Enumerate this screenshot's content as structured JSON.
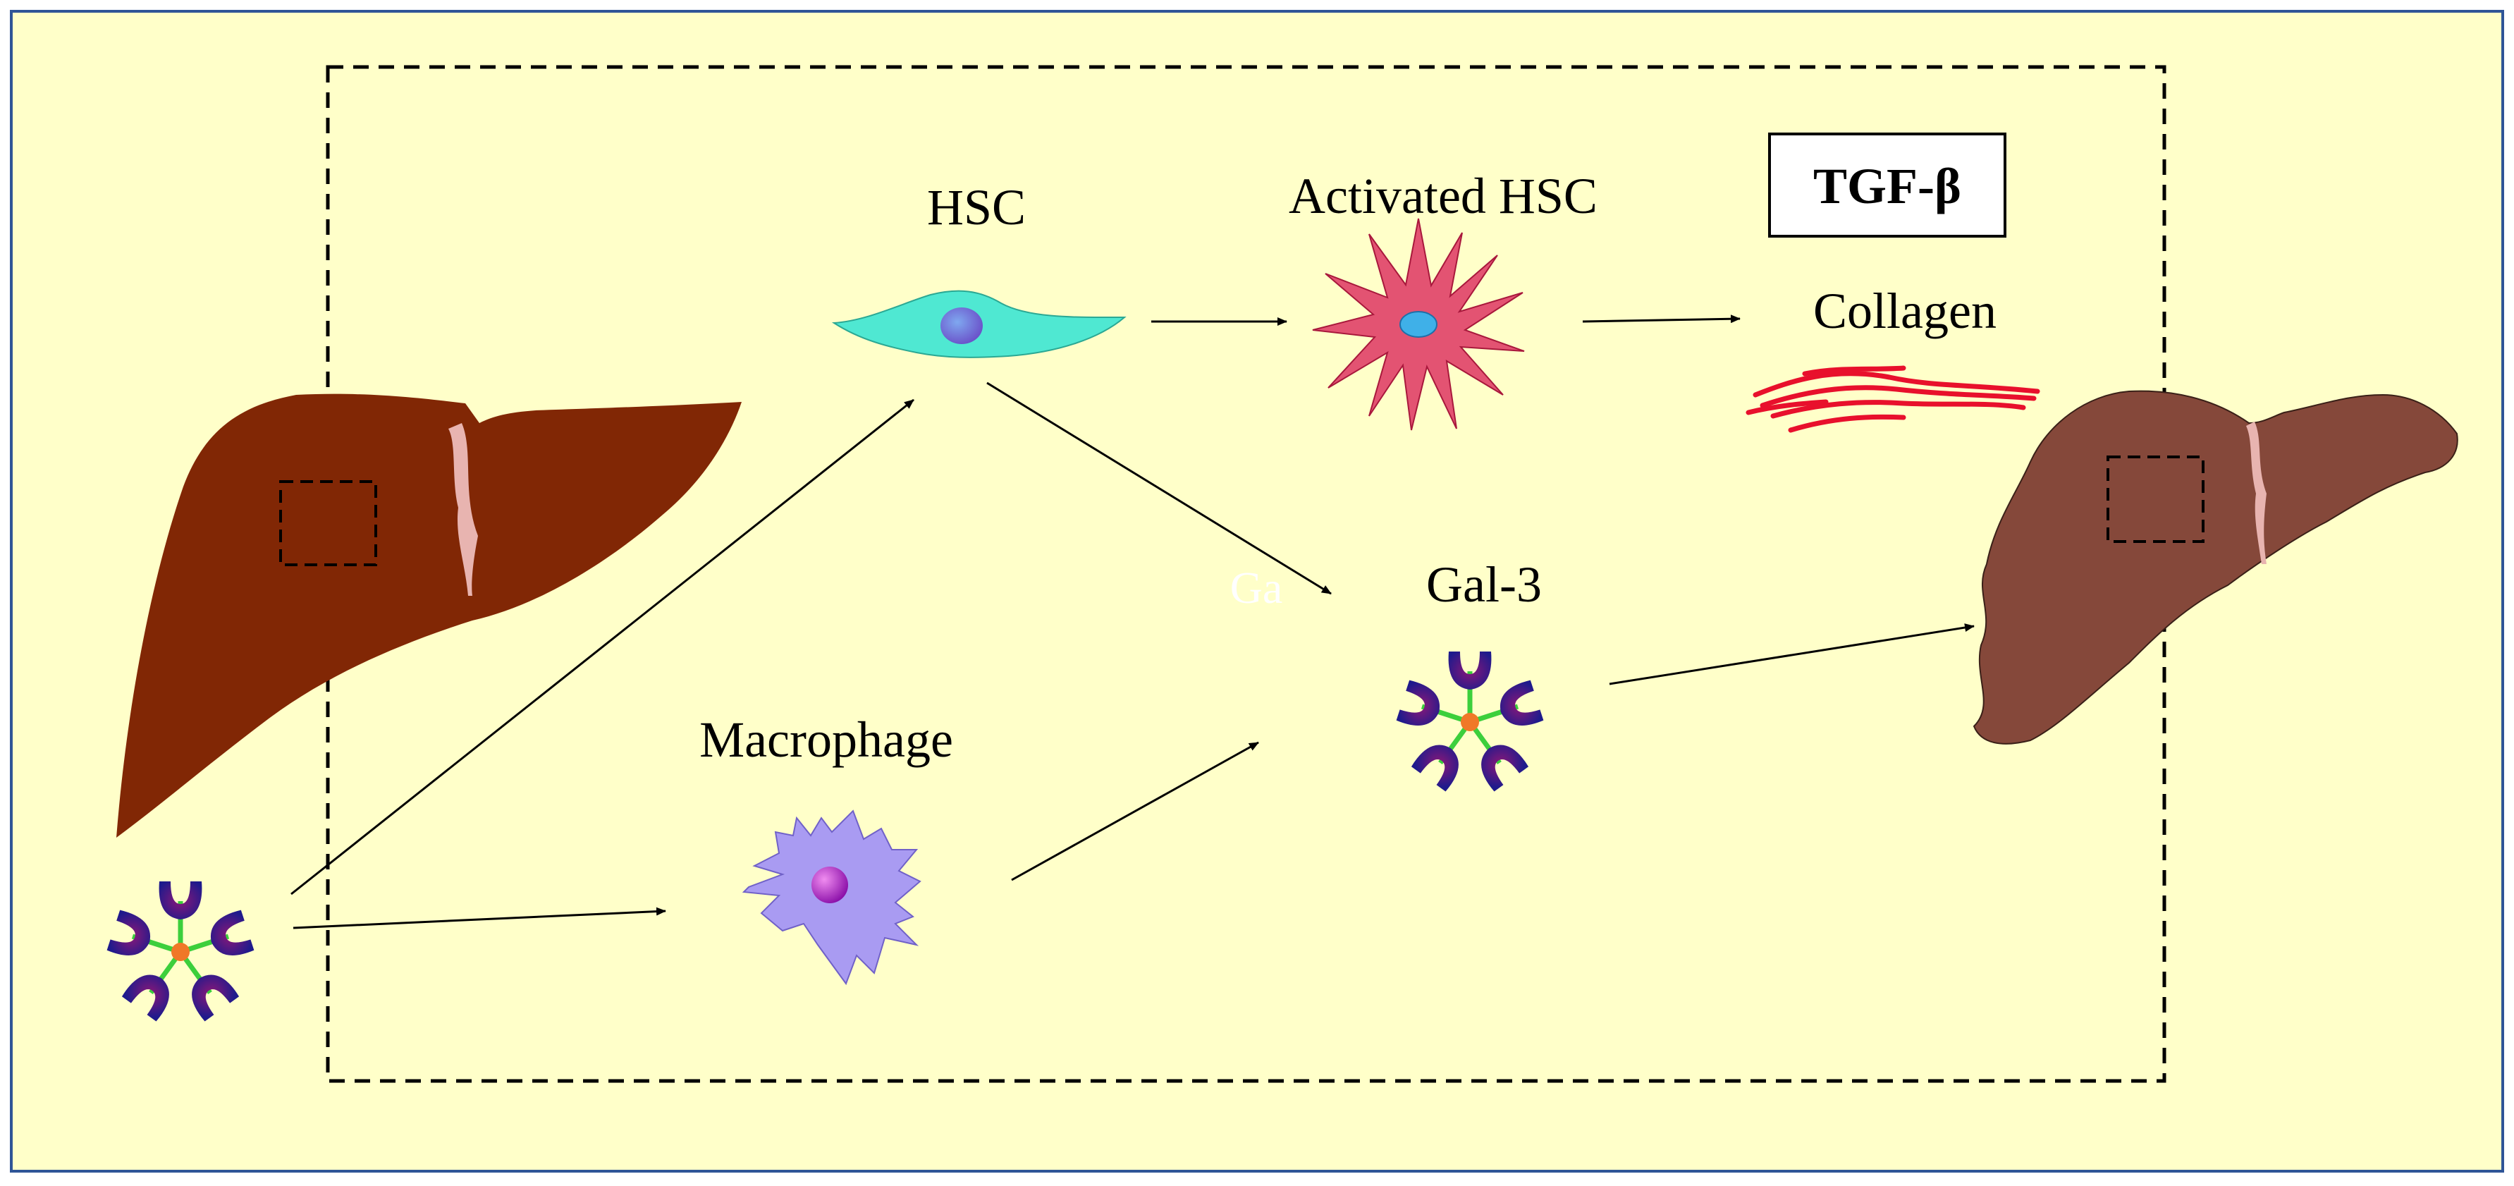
{
  "labels": {
    "hsc": "HSC",
    "activated_hsc": "Activated HSC",
    "tgf_beta": "TGF-β",
    "collagen": "Collagen",
    "gal3": "Gal-3",
    "faded_ga": "Ga",
    "macrophage": "Macrophage"
  },
  "colors": {
    "background": "#FFFFC9",
    "frame_border": "#2F5597",
    "healthy_liver": "#812705",
    "fibrotic_liver": "#85483A",
    "liver_fissure": "#E8B4B0",
    "hsc_cell": "#4FE8D2",
    "activated_hsc": "#E35372",
    "collagen": "#E8102C",
    "macrophage": "#A99BF2",
    "macrophage_nucleus": "#A020C0",
    "gal3_cup": "#1E1A8C",
    "gal3_cup_inner": "#7A1A78",
    "gal3_linker": "#3CCF3C",
    "gal3_core": "#F07828",
    "dashed_region": "#000000",
    "arrow": "#000000"
  },
  "icons": {
    "healthy_liver": "healthy-liver-icon",
    "fibrotic_liver": "fibrotic-liver-icon",
    "hsc": "hsc-cell-icon",
    "activated_hsc": "activated-hsc-icon",
    "collagen": "collagen-fibers-icon",
    "macrophage": "macrophage-icon",
    "gal3": "galectin-3-icon"
  }
}
